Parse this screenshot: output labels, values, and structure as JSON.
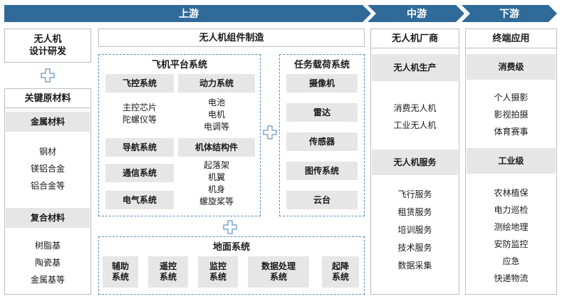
{
  "banners": {
    "upstream": "上游",
    "midstream": "中游",
    "downstream": "下游"
  },
  "upstream": {
    "design": "无人机\n设计研发",
    "materials": {
      "title": "关键原材料",
      "metal": {
        "title": "金属材料",
        "items": [
          "钢材",
          "镁铝合金",
          "铝合金等"
        ]
      },
      "composite": {
        "title": "复合材料",
        "items": [
          "树脂基",
          "陶瓷基",
          "金属基等"
        ]
      }
    },
    "components_title": "无人机组件制造",
    "flight_platform": {
      "title": "飞机平台系统",
      "flight_control": {
        "title": "飞控系统",
        "items": [
          "主控芯片",
          "陀螺仪等"
        ]
      },
      "power": {
        "title": "动力系统",
        "items": [
          "电池",
          "电机",
          "电调等"
        ]
      },
      "navigation": "导航系统",
      "structure": {
        "title": "机体结构件",
        "items": [
          "起落架",
          "机翼",
          "机身",
          "螺旋桨等"
        ]
      },
      "communication": "通信系统",
      "electrical": "电气系统"
    },
    "payload": {
      "title": "任务载荷系统",
      "items": [
        "摄像机",
        "雷达",
        "传感器",
        "图传系统",
        "云台"
      ]
    },
    "ground": {
      "title": "地面系统",
      "items": [
        "辅助\n系统",
        "遥控\n系统",
        "监控\n系统",
        "数据处理\n系统",
        "起降\n系统"
      ]
    }
  },
  "midstream": {
    "title": "无人机厂商",
    "production": {
      "title": "无人机生产",
      "items": [
        "消费无人机",
        "工业无人机"
      ]
    },
    "services": {
      "title": "无人机服务",
      "items": [
        "飞行服务",
        "租赁服务",
        "培训服务",
        "技术服务",
        "数据采集"
      ]
    }
  },
  "downstream": {
    "title": "终端应用",
    "consumer": {
      "title": "消费级",
      "items": [
        "个人摄影",
        "影视拍摄",
        "体育赛事"
      ]
    },
    "industrial": {
      "title": "工业级",
      "items": [
        "农林植保",
        "电力巡检",
        "测绘地理",
        "安防监控",
        "应急",
        "快递物流"
      ]
    }
  },
  "colors": {
    "banner": "#2f6a99",
    "header_gray": "#e6e6e6",
    "dash": "#5a8fc0",
    "plus": "#7fa6cc"
  }
}
